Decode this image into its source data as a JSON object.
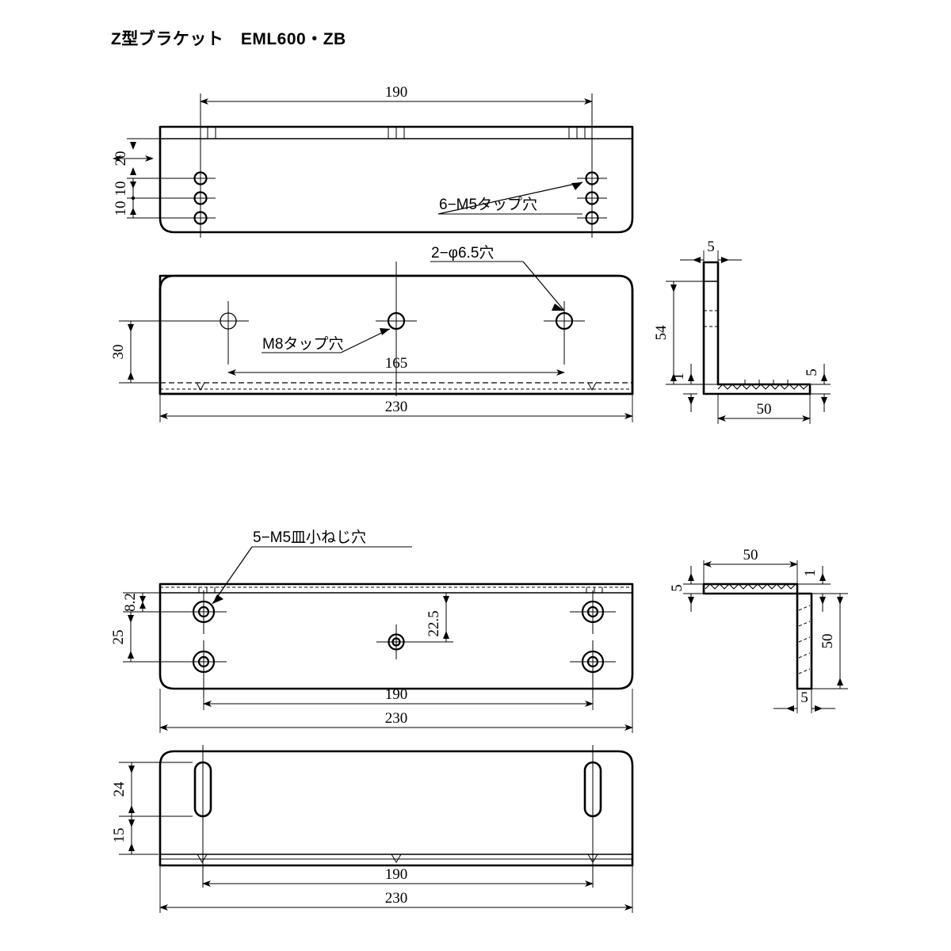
{
  "sheet": {
    "title": "Z型ブラケット　EML600・ZB",
    "background_color": "#ffffff",
    "line_color": "#000000"
  },
  "views": {
    "top_front": {
      "name": "top-front-view",
      "dimensions": {
        "width_190": "190",
        "edge_to_first_hole_20": "20",
        "hole_pitch_a_10": "10",
        "hole_pitch_b_10": "10"
      },
      "note": "6−M5タップ穴"
    },
    "middle_plan": {
      "name": "middle-plan-view",
      "dimensions": {
        "hole_from_top_30": "30",
        "hole_span_165": "165",
        "overall_230": "230"
      },
      "notes": {
        "phi_holes": "2−φ6.5穴",
        "m8_tap": "M8タップ穴"
      }
    },
    "top_section": {
      "name": "top-right-section-view",
      "dimensions": {
        "flange_thickness_5": "5",
        "height_54": "54",
        "offset_1": "1",
        "plate_thickness_5": "5",
        "leg_50": "50"
      }
    },
    "bottom_plan": {
      "name": "bottom-plan-view",
      "dimensions": {
        "edge_to_hole_8_2": "8.2",
        "hole_pitch_25": "25",
        "center_hole_22_5": "22.5",
        "hole_span_190": "190",
        "overall_230": "230"
      },
      "note": "5−M5皿小ねじ穴"
    },
    "bottom_section": {
      "name": "bottom-right-section-view",
      "dimensions": {
        "top_leg_50": "50",
        "offset_1": "1",
        "plate_thickness_5": "5",
        "height_50": "50",
        "flange_thickness_5": "5"
      }
    },
    "bottom_elevation": {
      "name": "bottom-elevation-view",
      "dimensions": {
        "slot_length_24": "24",
        "slot_to_edge_15": "15",
        "slot_span_190": "190",
        "overall_230": "230"
      }
    }
  },
  "chart_data": {
    "type": "table",
    "title": "Z型ブラケット　EML600・ZB",
    "categories": [
      "top-front-view",
      "middle-plan-view",
      "top-right-section-view",
      "bottom-plan-view",
      "bottom-right-section-view",
      "bottom-elevation-view"
    ],
    "annotations": [
      "190",
      "20",
      "10",
      "10",
      "6−M5タップ穴",
      "2−φ6.5穴",
      "M8タップ穴",
      "30",
      "165",
      "230",
      "5",
      "54",
      "1",
      "5",
      "50",
      "5−M5皿小ねじ穴",
      "8.2",
      "25",
      "22.5",
      "190",
      "230",
      "50",
      "1",
      "5",
      "50",
      "5",
      "24",
      "15",
      "190",
      "230"
    ]
  }
}
